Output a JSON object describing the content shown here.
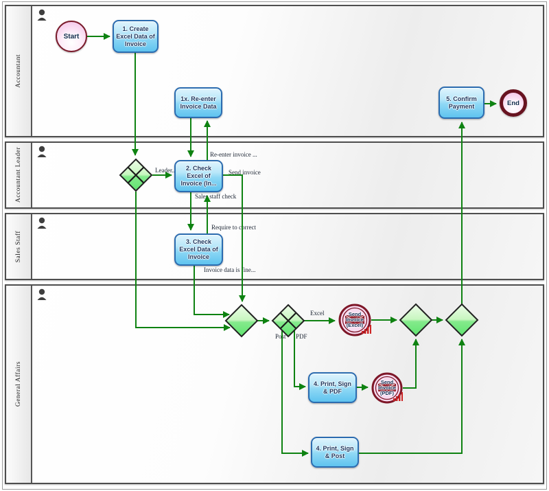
{
  "lanes": [
    {
      "label": "Accountant"
    },
    {
      "label": "Accountant Leader"
    },
    {
      "label": "Sales Staff"
    },
    {
      "label": "General Affairs"
    }
  ],
  "events": {
    "start": {
      "label": "Start"
    },
    "end": {
      "label": "End"
    },
    "send_excel": {
      "line1": "Send",
      "line2": "Invoice",
      "line3": "(Excel)"
    },
    "send_pdf": {
      "line1": "Send",
      "line2": "Invoice",
      "line3": "(PDF)"
    }
  },
  "tasks": {
    "create_invoice": "1. Create Excel Data of Invoice",
    "reenter_invoice": "1x. Re-enter Invoice Data",
    "check_excel_leader": "2. Check Excel of Invoice (In...",
    "check_excel_sales": "3. Check Excel Data of Invoice",
    "print_sign_pdf": "4. Print, Sign & PDF",
    "print_sign_post": "4. Print, Sign & Post",
    "confirm_payment": "5. Confirm Payment"
  },
  "flow_labels": {
    "leader": "Leader...",
    "reenter": "Re-enter invoice ...",
    "send_invoice": "Send invoice",
    "sales_staff_check": "Sales staff check",
    "require_correct": "Require to correct",
    "invoice_ok": "Invoice data is fine...",
    "excel": "Excel",
    "post": "Post",
    "pdf": "PDF"
  },
  "colors": {
    "sequence_flow_green": "#0e8211",
    "task_fill_blue": "#8ed8f5",
    "task_border_blue": "#2b6cb0",
    "gateway_fill_green": "#84ea8c",
    "event_fill_pink": "#f6cdeb",
    "event_border_maroon": "#7a1626",
    "label_text": "#1c2533"
  }
}
